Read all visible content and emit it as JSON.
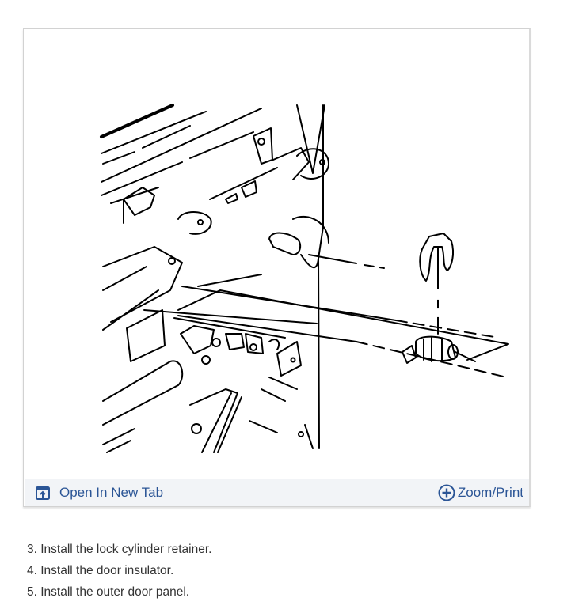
{
  "figure": {
    "description": "Door lock cylinder and retainer installation diagram (line drawing)",
    "actions": {
      "open_new_tab": {
        "label": "Open In New Tab",
        "icon": "open-in-new-tab-icon"
      },
      "zoom_print": {
        "label": "Zoom/Print",
        "icon": "plus-circle-icon"
      }
    },
    "colors": {
      "link": "#2b5596",
      "bar_bg": "#f2f4f7",
      "border": "#d2d2d2"
    }
  },
  "steps": [
    "3. Install the lock cylinder retainer.",
    "4. Install the door insulator.",
    "5. Install the outer door panel."
  ]
}
